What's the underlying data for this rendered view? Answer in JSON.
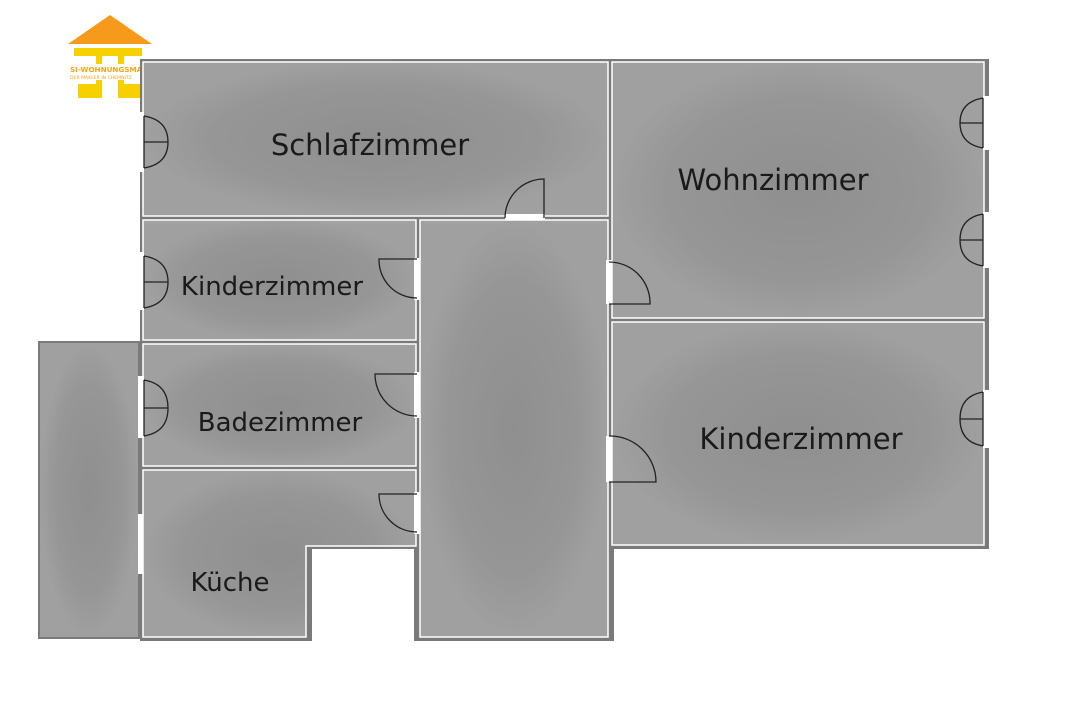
{
  "logo": {
    "title": "SI-WOHNUNGSMARKT",
    "subtitle": "DER MAKLER IN CHEMNITZ",
    "color_primary": "#f59a1a",
    "color_secondary": "#f7d000"
  },
  "rooms": [
    {
      "id": "schlafzimmer",
      "label": "Schlafzimmer"
    },
    {
      "id": "wohnzimmer",
      "label": "Wohnzimmer"
    },
    {
      "id": "kinderzimmer-1",
      "label": "Kinderzimmer"
    },
    {
      "id": "badezimmer",
      "label": "Badezimmer"
    },
    {
      "id": "kinderzimmer-2",
      "label": "Kinderzimmer"
    },
    {
      "id": "kueche",
      "label": "Küche"
    }
  ],
  "colors": {
    "floor": "#9b9b9b",
    "wall": "#5a5a5a",
    "wall_light": "#ffffff",
    "background": "#ffffff"
  }
}
